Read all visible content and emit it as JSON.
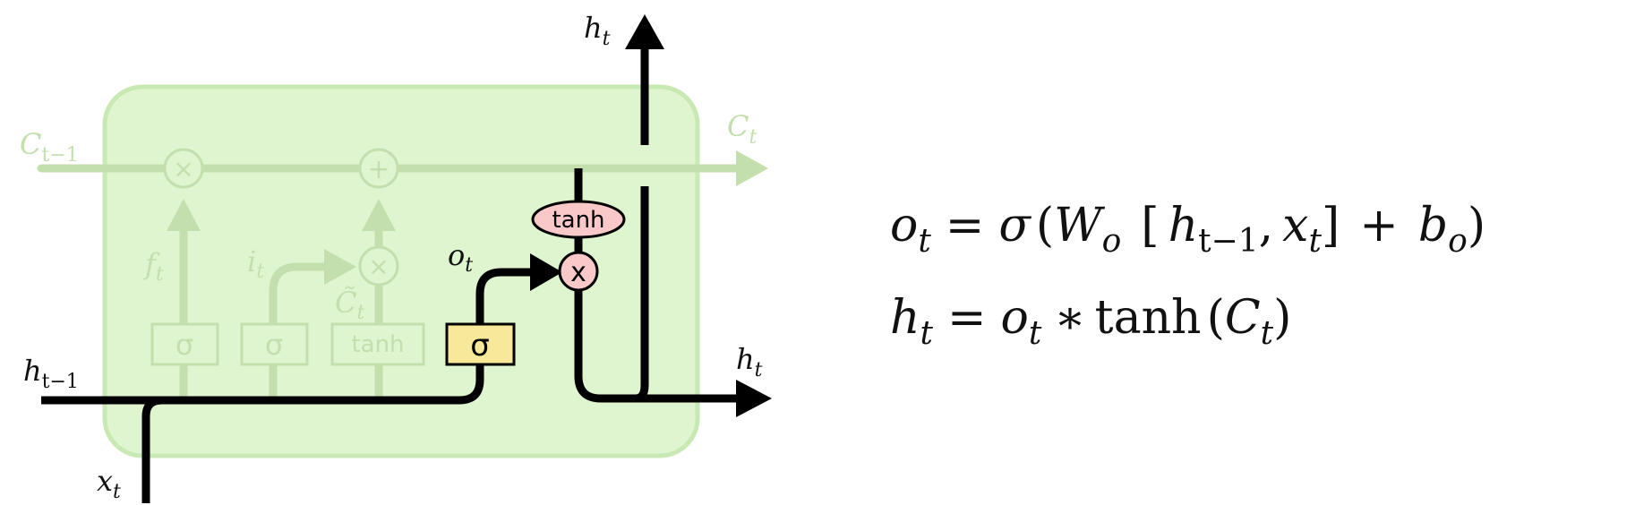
{
  "diagram": {
    "labels": {
      "c_prev": {
        "base": "C",
        "sub": "t−1"
      },
      "c_out": {
        "base": "C",
        "sub": "t"
      },
      "h_prev": {
        "base": "h",
        "sub": "t−1"
      },
      "h_top": {
        "base": "h",
        "sub": "t"
      },
      "h_right": {
        "base": "h",
        "sub": "t"
      },
      "x_in": {
        "base": "x",
        "sub": "t"
      },
      "f_gate": {
        "base": "f",
        "sub": "t"
      },
      "i_gate": {
        "base": "i",
        "sub": "t"
      },
      "c_tilde": {
        "base": "C̃",
        "sub": "t"
      },
      "o_gate": {
        "base": "o",
        "sub": "t"
      }
    },
    "ops": {
      "multiply": "×",
      "add": "+",
      "multiply_active": "x"
    },
    "layers": {
      "sigma": "σ",
      "tanh": "tanh"
    },
    "colors": {
      "cell_bg": "#dff5cf",
      "cell_border": "#c9e9b4",
      "faded": "#c4dfae",
      "active": "#000000",
      "sigma_layer": "#f8e899",
      "pointwise_op": "#f9c9c9"
    }
  },
  "equations": {
    "line1": {
      "o": "o",
      "o_sub": "t",
      "eq": "=",
      "sigma": "σ",
      "lparen": "(",
      "W": "W",
      "W_sub": "o",
      "lbrack": "[",
      "h": "h",
      "h_sub": "t−1",
      "comma": ",",
      "x": "x",
      "x_sub": "t",
      "rbrack": "]",
      "plus": "+",
      "b": "b",
      "b_sub": "o",
      "rparen": ")"
    },
    "line2": {
      "h": "h",
      "h_sub": "t",
      "eq": "=",
      "o": "o",
      "o_sub": "t",
      "star": "∗",
      "tanh": "tanh",
      "lparen": "(",
      "C": "C",
      "C_sub": "t",
      "rparen": ")"
    }
  }
}
